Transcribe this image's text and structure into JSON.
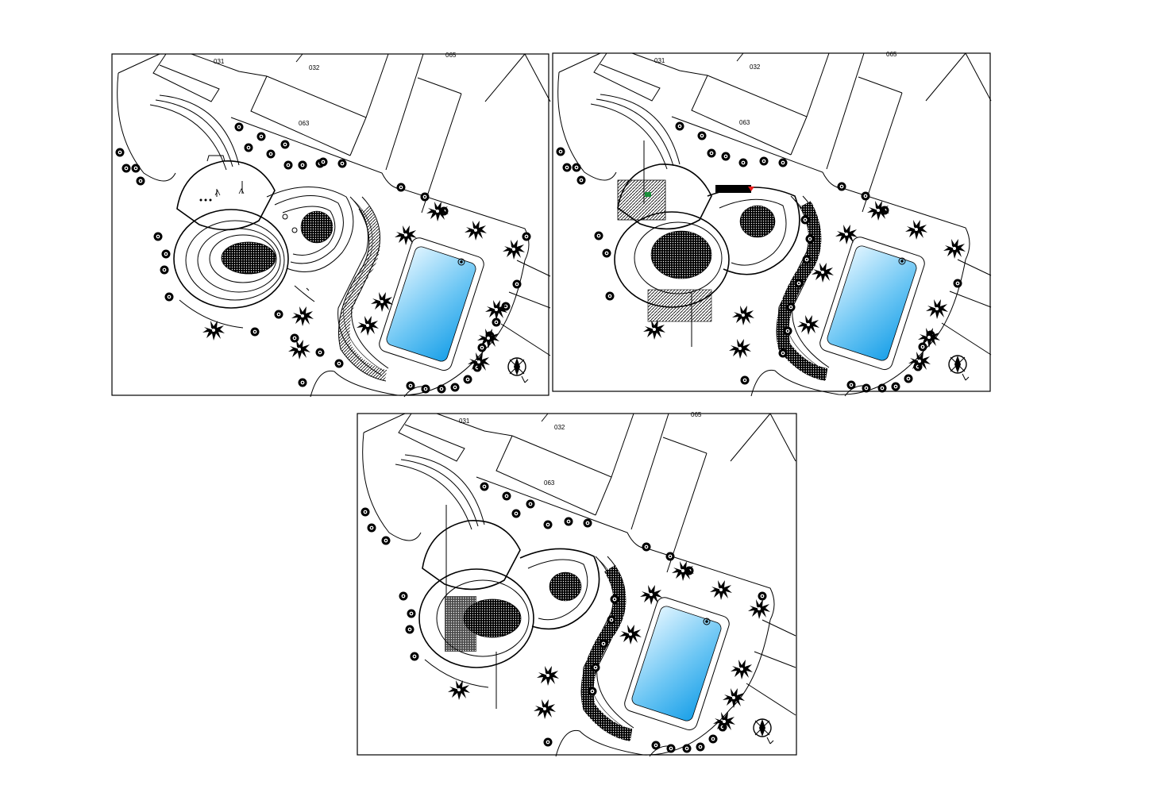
{
  "colors": {
    "line": "#000000",
    "background": "#ffffff",
    "pool_light": "#dff4ff",
    "pool_dark": "#1aa0e8",
    "accent_red": "#e81a1a",
    "accent_green": "#1a8f3a"
  },
  "sheets": [
    {
      "id": "sheet-1",
      "parcel_labels": {
        "a": "031",
        "b": "032",
        "c": "065",
        "d": "063"
      },
      "north_icon": "north-arrow-icon"
    },
    {
      "id": "sheet-2",
      "parcel_labels": {
        "a": "031",
        "b": "032",
        "c": "065",
        "d": "063"
      },
      "north_icon": "north-arrow-icon"
    },
    {
      "id": "sheet-3",
      "parcel_labels": {
        "a": "031",
        "b": "032",
        "c": "065",
        "d": "063"
      },
      "north_icon": "north-arrow-icon"
    }
  ]
}
